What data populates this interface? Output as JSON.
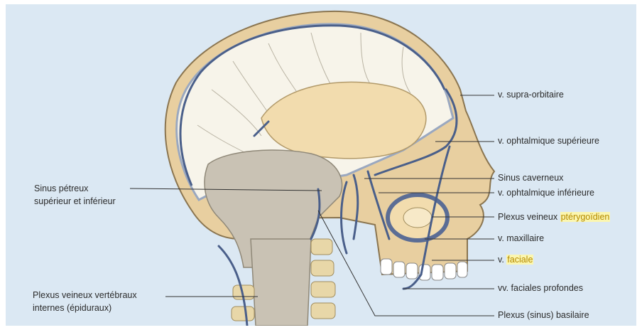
{
  "labels": {
    "supra_orbitaire": "v. supra-orbitaire",
    "ophtalmique_superieure": "v. ophtalmique supérieure",
    "sinus_caverneux": "Sinus caverneux",
    "ophtalmique_inferieure": "v. ophtalmique inférieure",
    "plexus_pterygoidien_prefix": "Plexus veineux ",
    "plexus_pterygoidien_highlight": "ptérygoïdien",
    "maxillaire": "v. maxillaire",
    "faciale_prefix": "v. ",
    "faciale_highlight": "faciale",
    "faciales_profondes": "vv. faciales profondes",
    "plexus_basilaire": "Plexus (sinus) basilaire",
    "sinus_petreux_line1": "Sinus pétreux",
    "sinus_petreux_line2": "supérieur et inférieur",
    "plexus_vertebraux_line1": "Plexus veineux vertébraux",
    "plexus_vertebraux_line2": "internes (épiduraux)"
  },
  "colors": {
    "background": "#dbe8f3",
    "highlight": "#fbf6b0",
    "vein": "#4a5f8a",
    "bone": "#e8cfa0",
    "brain_space": "#f7f4ea"
  }
}
